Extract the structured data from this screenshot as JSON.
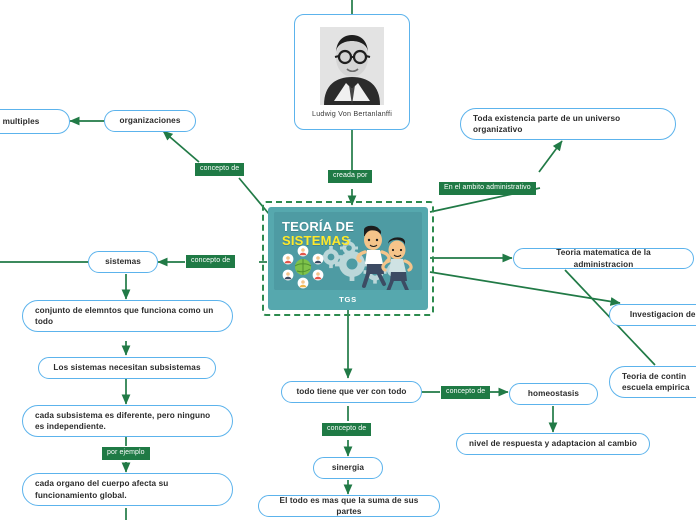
{
  "document": {
    "type": "mind-map",
    "title": "TEORÍA DE SISTEMAS"
  },
  "colors": {
    "node_border": "#5cb3ec",
    "node_fill": "#ffffff",
    "edge": "#217a46",
    "relation_label_fill": "#1f7a45",
    "relation_label_text": "#ffffff",
    "root_fill": "#56a8ae",
    "root_image_fill": "#4e9ba3",
    "root_title_line1_color": "#ffffff",
    "root_title_line2_color": "#ffe92b",
    "node_text": "#2b2b2b",
    "selection_outline": "#2d8a4e"
  },
  "root": {
    "title_line1": "TEORÍA DE",
    "title_line2": "SISTEMAS",
    "caption": "TGS",
    "illustration": "people-gears-globe-illustration"
  },
  "portrait": {
    "caption": "Ludwig Von Bertanlanffi",
    "image": "portrait-photo"
  },
  "nodes": [
    {
      "id": "multiples",
      "label": "multiples"
    },
    {
      "id": "organizaciones",
      "label": "organizaciones"
    },
    {
      "id": "universo",
      "label": "Toda existencia parte de un universo organizativo"
    },
    {
      "id": "sistemas",
      "label": "sistemas"
    },
    {
      "id": "matematica",
      "label": "Teoria matematica de la administracion"
    },
    {
      "id": "conjunto",
      "label": "conjunto de elemntos que funciona como un todo"
    },
    {
      "id": "investigacion",
      "label": "Investigacion de op"
    },
    {
      "id": "subsistemas",
      "label": "Los sistemas necesitan subsistemas"
    },
    {
      "id": "contingencia",
      "label": "Teoria de contin\nescuela empirica"
    },
    {
      "id": "diferente",
      "label": "cada subsistema es diferente, pero ninguno es independiente."
    },
    {
      "id": "todo-con-todo",
      "label": "todo tiene que ver con todo"
    },
    {
      "id": "homeostasis",
      "label": "homeostasis"
    },
    {
      "id": "organo",
      "label": "cada organo del cuerpo afecta su funcionamiento global."
    },
    {
      "id": "sinergia",
      "label": "sinergia"
    },
    {
      "id": "nivel-respuesta",
      "label": "nivel de respuesta y adaptacion al cambio"
    },
    {
      "id": "suma-partes",
      "label": "El todo es mas que la suma de sus partes"
    }
  ],
  "relations": [
    {
      "id": "rel-concepto-organizaciones",
      "label": "concepto de"
    },
    {
      "id": "rel-creada-por",
      "label": "creada por"
    },
    {
      "id": "rel-ambito-admin",
      "label": "En el ambito administrativo"
    },
    {
      "id": "rel-concepto-sistemas",
      "label": "concepto de"
    },
    {
      "id": "rel-por-ejemplo",
      "label": "por ejemplo"
    },
    {
      "id": "rel-concepto-homeostasis",
      "label": "concepto de"
    },
    {
      "id": "rel-concepto-sinergia",
      "label": "concepto de"
    }
  ]
}
